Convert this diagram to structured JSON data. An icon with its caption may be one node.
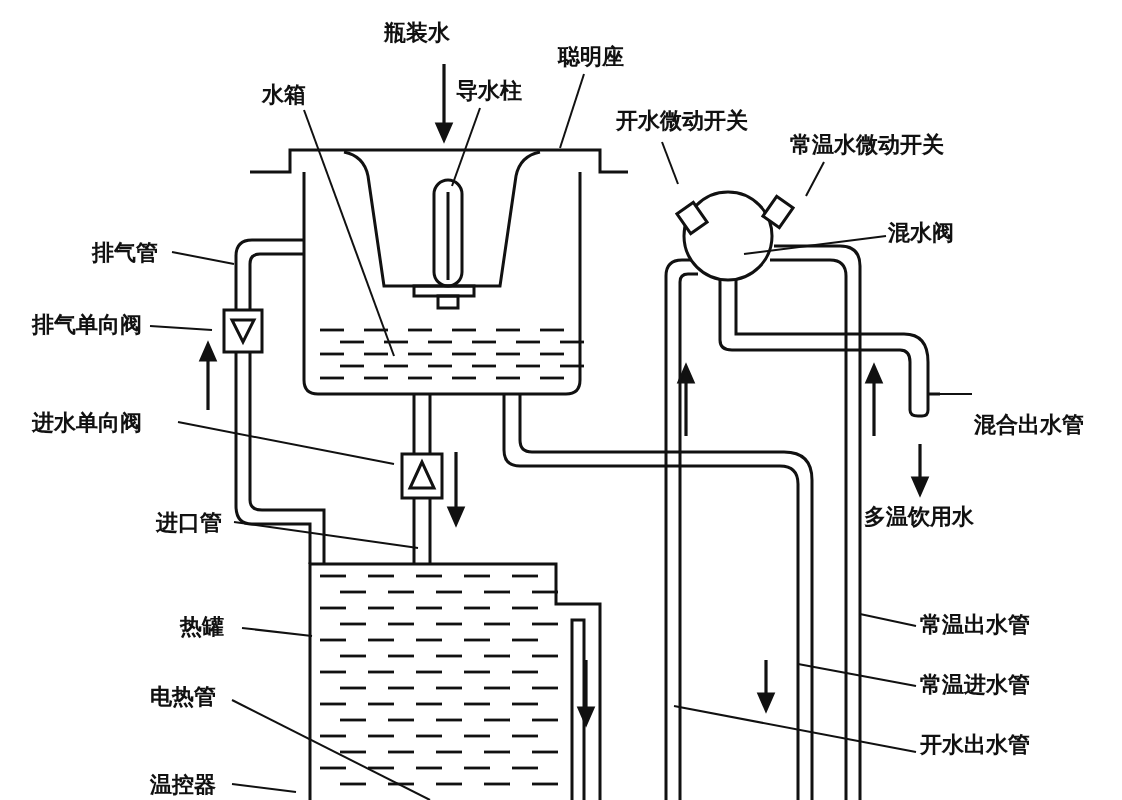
{
  "diagram": {
    "nodes": [
      {
        "text": [
          "水箱"
        ]
      },
      {
        "text": [
          "导水柱"
        ]
      },
      {
        "text": [
          "聪明座"
        ]
      },
      {
        "text": [
          "开水微动开关"
        ]
      },
      {
        "text": [
          "常温水微动开关"
        ]
      },
      {
        "text": [
          "混水阀"
        ]
      },
      {
        "text": [
          "排气管"
        ]
      },
      {
        "text": [
          "排气单向阀"
        ]
      },
      {
        "text": [
          "进水单向阀"
        ]
      },
      {
        "text": [
          "进口管"
        ]
      },
      {
        "text": [
          "热罐"
        ]
      },
      {
        "text": [
          "电热管"
        ]
      },
      {
        "text": [
          "温控器"
        ]
      },
      {
        "text": [
          "混合出水管"
        ]
      },
      {
        "text": [
          "常温出水管"
        ]
      },
      {
        "text": [
          "常温进水管"
        ]
      },
      {
        "text": [
          "开水出水管"
        ]
      }
    ],
    "edges": [
      {
        "from": 0,
        "to": null,
        "arrow": "none"
      },
      {
        "from": 1,
        "to": null,
        "arrow": "none"
      },
      {
        "from": 2,
        "to": null,
        "arrow": "none"
      },
      {
        "from": 3,
        "to": null,
        "arrow": "none"
      },
      {
        "from": 4,
        "to": null,
        "arrow": "none"
      },
      {
        "from": 5,
        "to": null,
        "arrow": "none"
      },
      {
        "from": 6,
        "to": null,
        "arrow": "none"
      },
      {
        "from": 7,
        "to": null,
        "arrow": "none"
      },
      {
        "from": 8,
        "to": null,
        "arrow": "none"
      },
      {
        "from": 9,
        "to": null,
        "arrow": "none"
      },
      {
        "from": 10,
        "to": null,
        "arrow": "none"
      },
      {
        "from": 11,
        "to": null,
        "arrow": "none"
      },
      {
        "from": 12,
        "to": null,
        "arrow": "none"
      },
      {
        "from": 13,
        "to": null,
        "arrow": "none"
      },
      {
        "from": 14,
        "to": null,
        "arrow": "none"
      },
      {
        "from": 15,
        "to": null,
        "arrow": "none"
      },
      {
        "from": 16,
        "to": null,
        "arrow": "none"
      }
    ],
    "labels": [
      "瓶装水",
      "多温饮用水"
    ]
  }
}
